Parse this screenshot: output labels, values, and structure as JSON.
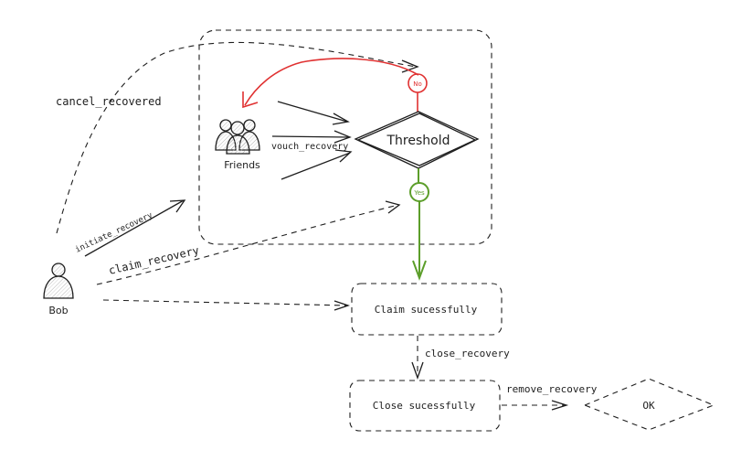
{
  "diagram": {
    "actors": {
      "bob": "Bob",
      "friends": "Friends"
    },
    "decision": {
      "label": "Threshold",
      "no": "No",
      "yes": "Yes"
    },
    "states": {
      "claim": "Claim sucessfully",
      "close": "Close sucessfully",
      "ok": "OK"
    },
    "edges": {
      "cancel": "cancel_recovered",
      "initiate": "initiate_recovery",
      "claim": "claim_recovery",
      "vouch": "vouch_recovery",
      "close": "close_recovery",
      "remove": "remove_recovery"
    },
    "colors": {
      "stroke": "#1e1e1e",
      "no": "#e03131",
      "yes": "#5c9e2a"
    }
  }
}
